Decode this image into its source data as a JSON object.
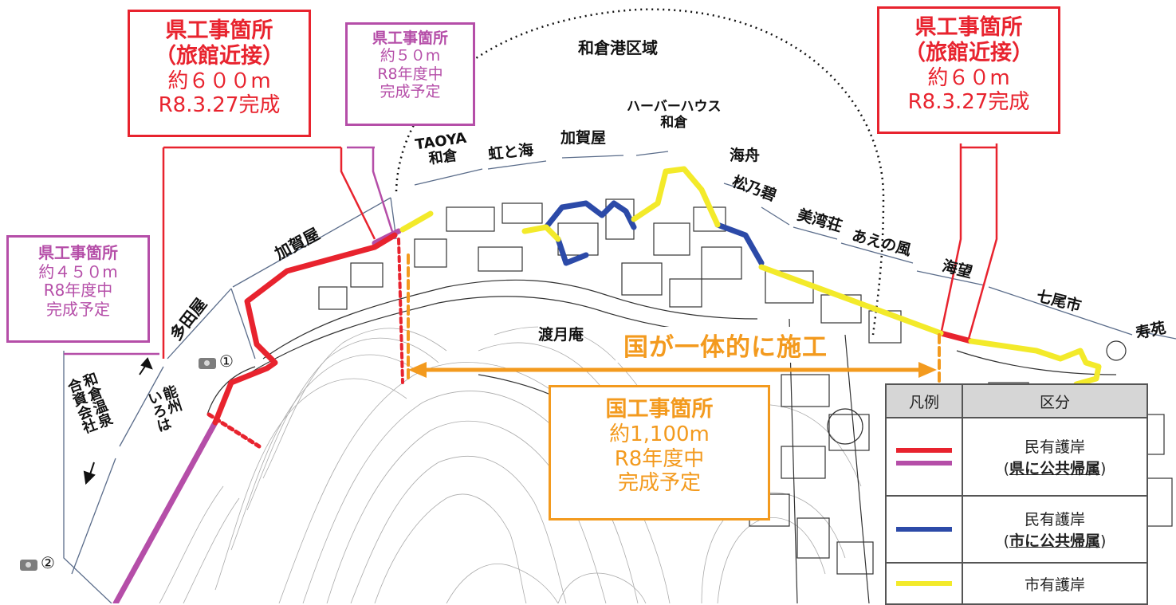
{
  "map": {
    "harbor_zone_label": "和倉港区域",
    "center_banner": "国が一体的に施工",
    "colors": {
      "red": "#e8232e",
      "purple": "#b54ea8",
      "blue": "#2c4aa8",
      "yellow": "#f3ea2a",
      "orange": "#f39a1e"
    },
    "boxes": {
      "pref_left_ryokan": {
        "title": "県工事箇所",
        "subtitle": "（旅館近接）",
        "length": "約６００m",
        "status": "R8.3.27完成"
      },
      "pref_mid": {
        "title": "県工事箇所",
        "length": "約５０m",
        "line3": "R8年度中",
        "line4": "完成予定"
      },
      "pref_right_ryokan": {
        "title": "県工事箇所",
        "subtitle": "（旅館近接）",
        "length": "約６０m",
        "status": "R8.3.27完成"
      },
      "pref_far_left": {
        "title": "県工事箇所",
        "length": "約４５０m",
        "line3": "R8年度中",
        "line4": "完成予定"
      },
      "national": {
        "title": "国工事箇所",
        "length": "約1,100m",
        "line3": "R8年度中",
        "line4": "完成予定"
      }
    },
    "place_labels": {
      "taoya": "TAOYA\n和倉",
      "niji_to_umi": "虹と海",
      "kagaya_top": "加賀屋",
      "harbor_house": "ハーバーハウス\n和倉",
      "kaishu": "海舟",
      "matsunoheki": "松乃碧",
      "biwanso": "美湾荘",
      "aenokaze": "あえの風",
      "kaibou": "海望",
      "nanao": "七尾市",
      "juen": "寿苑",
      "kagaya_left": "加賀屋",
      "tadaya": "多田屋",
      "notoiroha": "能州\nいろは",
      "onsen_company": "和倉温泉\n合資会社",
      "togetsuan": "渡月庵"
    },
    "camera_markers": [
      {
        "num": "①"
      },
      {
        "num": "②"
      }
    ]
  },
  "legend": {
    "header_left": "凡例",
    "header_right": "区分",
    "rows": [
      {
        "line1": "民有護岸",
        "paren_open": "(",
        "emphasis": "県に公共帰属",
        "paren_close": ")",
        "swatches": [
          "red",
          "purple"
        ]
      },
      {
        "line1": "民有護岸",
        "paren_open": "(",
        "emphasis": "市に公共帰属",
        "paren_close": ")",
        "swatches": [
          "blue"
        ]
      },
      {
        "line1": "市有護岸",
        "swatches": [
          "yellow"
        ]
      }
    ]
  }
}
